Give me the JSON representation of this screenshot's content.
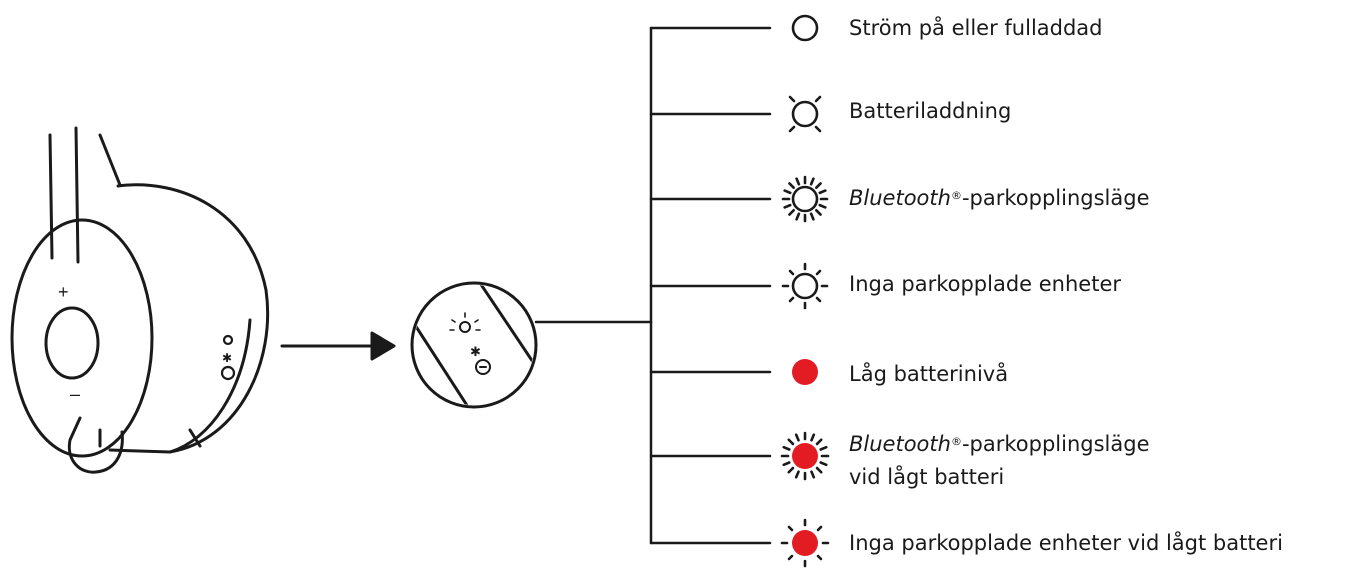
{
  "colors": {
    "line": "#1a1a1a",
    "led_red": "#e31b23",
    "background": "#ffffff"
  },
  "headset": {
    "plus": "+",
    "minus": "–"
  },
  "legend": {
    "items": [
      {
        "label": "Ström på eller fulladdad",
        "led": "solid-white-icon"
      },
      {
        "label": "Batteriladdning",
        "led": "slow-pulse-white-icon"
      },
      {
        "label_italic": "Bluetooth",
        "reg": "®",
        "label_rest": "-parkopplingsläge",
        "led": "fast-blink-white-icon"
      },
      {
        "label": "Inga parkopplade enheter",
        "led": "slow-blink-white-icon"
      },
      {
        "label": "Låg batterinivå",
        "led": "solid-red-icon"
      },
      {
        "label_italic": "Bluetooth",
        "reg": "®",
        "label_rest": "-parkopplingsläge",
        "label_line2": "vid lågt batteri",
        "led": "fast-blink-red-icon"
      },
      {
        "label": "Inga parkopplade enheter vid lågt batteri",
        "led": "slow-blink-red-icon"
      }
    ]
  }
}
